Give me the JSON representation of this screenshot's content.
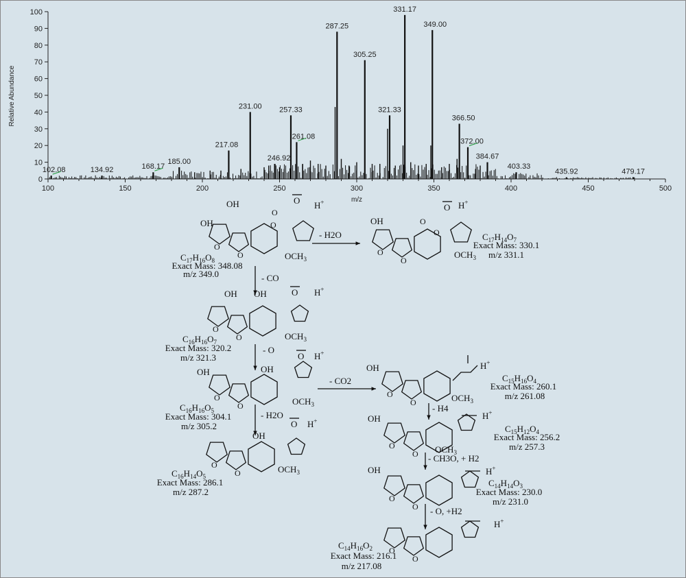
{
  "chart_data": {
    "type": "bar",
    "xlabel": "m/z",
    "ylabel": "Relative Abundance",
    "xlim": [
      100,
      500
    ],
    "ylim": [
      0,
      100
    ],
    "x_ticks": [
      "100",
      "150",
      "200",
      "250",
      "300",
      "350",
      "400",
      "450",
      "500"
    ],
    "y_ticks": [
      "0",
      "10",
      "20",
      "30",
      "40",
      "50",
      "60",
      "70",
      "80",
      "90",
      "100"
    ],
    "peaks": [
      {
        "x": 102.08,
        "y": 2,
        "label": "102.08"
      },
      {
        "x": 134.92,
        "y": 2,
        "label": "134.92"
      },
      {
        "x": 168.17,
        "y": 4,
        "label": "168.17"
      },
      {
        "x": 185.0,
        "y": 7,
        "label": "185.00"
      },
      {
        "x": 217.08,
        "y": 17,
        "label": "217.08"
      },
      {
        "x": 231.0,
        "y": 40,
        "label": "231.00"
      },
      {
        "x": 246.92,
        "y": 9,
        "label": "246.92"
      },
      {
        "x": 257.33,
        "y": 38,
        "label": "257.33"
      },
      {
        "x": 261.08,
        "y": 22,
        "label": "261.08"
      },
      {
        "x": 287.25,
        "y": 88,
        "label": "287.25"
      },
      {
        "x": 305.25,
        "y": 71,
        "label": "305.25"
      },
      {
        "x": 321.33,
        "y": 38,
        "label": "321.33"
      },
      {
        "x": 331.17,
        "y": 98,
        "label": "331.17"
      },
      {
        "x": 349.0,
        "y": 89,
        "label": "349.00"
      },
      {
        "x": 366.5,
        "y": 33,
        "label": "366.50"
      },
      {
        "x": 372.0,
        "y": 19,
        "label": "372.00"
      },
      {
        "x": 384.67,
        "y": 10,
        "label": "384.67"
      },
      {
        "x": 403.33,
        "y": 4,
        "label": "403.33"
      },
      {
        "x": 435.92,
        "y": 1,
        "label": "435.92"
      },
      {
        "x": 479.17,
        "y": 1,
        "label": "479.17"
      }
    ],
    "minor_peaks": [
      {
        "x": 286.0,
        "y": 43
      },
      {
        "x": 330.0,
        "y": 20
      },
      {
        "x": 348.0,
        "y": 20
      },
      {
        "x": 320.0,
        "y": 30
      },
      {
        "x": 365.0,
        "y": 12
      },
      {
        "x": 290.0,
        "y": 12
      },
      {
        "x": 300.0,
        "y": 10
      },
      {
        "x": 310.0,
        "y": 9
      },
      {
        "x": 335.0,
        "y": 10
      },
      {
        "x": 340.0,
        "y": 8
      },
      {
        "x": 345.0,
        "y": 9
      },
      {
        "x": 355.0,
        "y": 7
      },
      {
        "x": 360.0,
        "y": 9
      },
      {
        "x": 377.0,
        "y": 6
      },
      {
        "x": 380.0,
        "y": 8
      },
      {
        "x": 270.0,
        "y": 11
      },
      {
        "x": 275.0,
        "y": 9
      },
      {
        "x": 280.0,
        "y": 8
      },
      {
        "x": 265.0,
        "y": 9
      },
      {
        "x": 250.0,
        "y": 7
      },
      {
        "x": 240.0,
        "y": 7
      },
      {
        "x": 225.0,
        "y": 6
      },
      {
        "x": 212.0,
        "y": 5
      },
      {
        "x": 205.0,
        "y": 5
      },
      {
        "x": 195.0,
        "y": 4
      },
      {
        "x": 295.0,
        "y": 8
      },
      {
        "x": 315.0,
        "y": 9
      },
      {
        "x": 325.0,
        "y": 8
      },
      {
        "x": 243.0,
        "y": 8
      },
      {
        "x": 253.0,
        "y": 6
      }
    ]
  },
  "scheme": {
    "compounds": [
      {
        "formula_main": "C",
        "formula_parts": [
          "C",
          "17",
          "H",
          "16",
          "O",
          "8"
        ],
        "mass": "Exact Mass: 348.08",
        "mz": "m/z 349.0"
      },
      {
        "formula_parts": [
          "C",
          "17",
          "H",
          "14",
          "O",
          "7"
        ],
        "mass": "Exact Mass: 330.1",
        "mz": "m/z 331.1"
      },
      {
        "formula_parts": [
          "C",
          "16",
          "H",
          "16",
          "O",
          "7"
        ],
        "mass": "Exact Mass: 320.2",
        "mz": "m/z 321.3"
      },
      {
        "formula_parts": [
          "C",
          "16",
          "H",
          "16",
          "O",
          "5"
        ],
        "mass": "Exact Mass: 304.1",
        "mz": "m/z 305.2"
      },
      {
        "formula_parts": [
          "C",
          "16",
          "H",
          "14",
          "O",
          "5"
        ],
        "mass": "Exact Mass: 286.1",
        "mz": "m/z 287.2"
      },
      {
        "formula_parts": [
          "C",
          "15",
          "H",
          "16",
          "O",
          "4"
        ],
        "mass": "Exact Mass: 260.1",
        "mz": "m/z 261.08"
      },
      {
        "formula_parts": [
          "C",
          "15",
          "H",
          "12",
          "O",
          "4"
        ],
        "mass": "Exact Mass: 256.2",
        "mz": "m/z  257.3"
      },
      {
        "formula_parts": [
          "C",
          "14",
          "H",
          "14",
          "O",
          "3"
        ],
        "mass": "Exact Mass: 230.0",
        "mz": "m/z 231.0"
      },
      {
        "formula_parts": [
          "C",
          "14",
          "H",
          "16",
          "O",
          "2"
        ],
        "mass": "Exact Mass: 216.1",
        "mz": "m/z 217.08"
      }
    ],
    "losses": [
      "- H2O",
      "- CO",
      "- O",
      "- H2O",
      "- CO2",
      "- H4",
      "- CH3O, + H2",
      "- O, +H2"
    ],
    "atom_labels": {
      "oh": "OH",
      "o": "O",
      "och3": "OCH",
      "three": "3",
      "h_plus": "H",
      "plus": "+"
    }
  }
}
